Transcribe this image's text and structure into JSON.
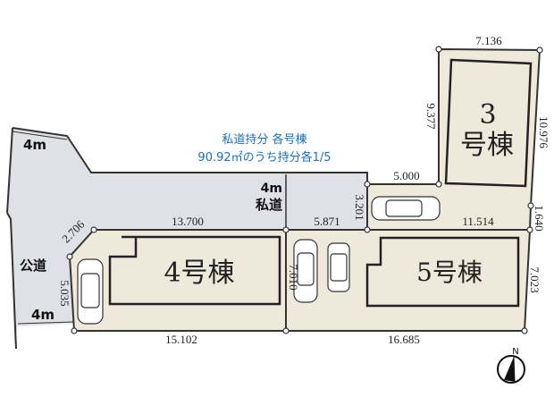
{
  "note": {
    "line1": "私道持分 各号棟",
    "line2": "90.92㎡のうち持分各1/5"
  },
  "roads": {
    "private_width": "4m",
    "private_label": "私道",
    "public_label": "公道",
    "public_width_top": "4m",
    "public_width_bottom": "4m"
  },
  "buildings": {
    "b3_num": "3",
    "b3_suffix": "号棟",
    "b4": "4号棟",
    "b5": "5号棟"
  },
  "dimensions": {
    "d7136": "7.136",
    "d9377": "9.377",
    "d10976": "10.976",
    "d5000": "5.000",
    "d3201": "3.201",
    "d5871": "5.871",
    "d11514": "11.514",
    "d1640": "1.640",
    "d13700": "13.700",
    "d2706": "2.706",
    "d5035": "5.035",
    "d7010": "7.010",
    "d7023": "7.023",
    "d15102": "15.102",
    "d16685": "16.685"
  },
  "compass": {
    "label": "N"
  },
  "colors": {
    "lot": "#efe9dc",
    "road": "#dfe1e6",
    "line": "#333333",
    "note": "#1f6fb5"
  }
}
